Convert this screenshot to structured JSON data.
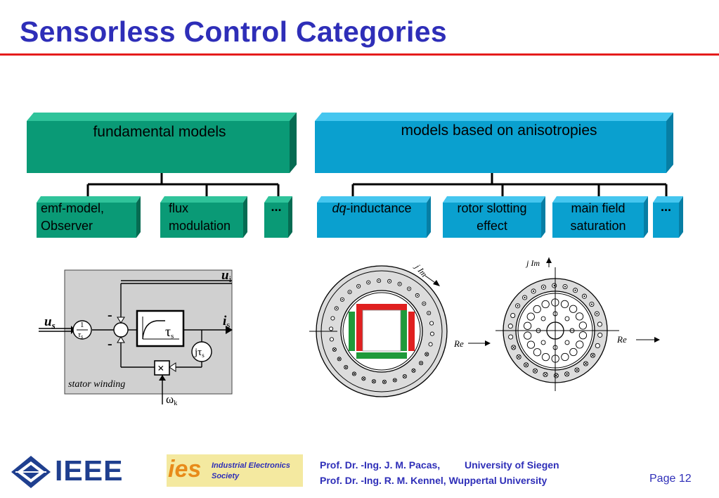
{
  "title": "Sensorless Control Categories",
  "categories": {
    "fundamental": {
      "label": "fundamental models",
      "children": [
        "emf-model,\nObserver",
        "flux\nmodulation",
        "..."
      ]
    },
    "anisotropy": {
      "label": "models based on anisotropies",
      "children": [
        {
          "italic": "dq",
          "rest": "-inductance"
        },
        "rotor slotting\neffect",
        "main field\nsaturation",
        "..."
      ]
    }
  },
  "block_diagram": {
    "input": "u",
    "input_sub": "s",
    "output_top": "u",
    "output_top_sub": "i",
    "output": "i",
    "output_sub": "s",
    "gain_num": "1",
    "gain_den": "τ",
    "gain_den_sub": "s",
    "filter_label": "τ",
    "filter_sub": "s",
    "feedback_label": "jτ",
    "feedback_sub": "s",
    "minus1": "-",
    "minus2": "-",
    "multiplier": "×",
    "omega": "ω",
    "omega_sub": "k",
    "caption": "stator winding"
  },
  "motor_left": {
    "imag_label": "j Im",
    "real_label": "Re"
  },
  "motor_right": {
    "imag_label": "j Im",
    "real_label": "Re"
  },
  "logos": {
    "ieee": "IEEE",
    "ies_mark": "ies",
    "ies_text_1": "Industrial Electronics",
    "ies_text_2": "Society"
  },
  "footer": {
    "line1_a": "Prof. Dr. -Ing. J. M. Pacas,",
    "line1_b": "University of Siegen",
    "line2": "Prof. Dr. -Ing. R. M. Kennel, Wuppertal University",
    "page": "Page 12"
  },
  "colors": {
    "title": "#2e2eb8",
    "rule": "#e51c1c",
    "fundamental_fill": "#0a9a76",
    "anisotropy_fill": "#0aa0cf",
    "diagram_gray": "#d0d0d0"
  }
}
